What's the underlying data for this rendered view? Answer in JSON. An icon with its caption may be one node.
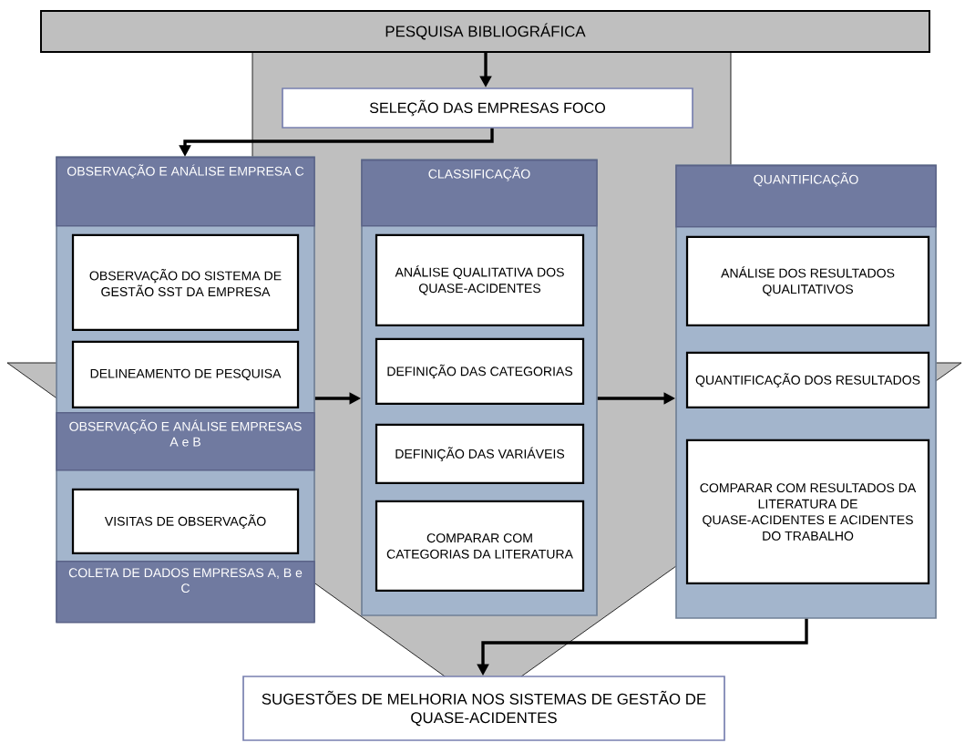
{
  "diagram": {
    "nodes": [
      {
        "text": [
          "PESQUISA BIBLIOGRÁFICA"
        ]
      },
      {
        "text": [
          "SELEÇÃO DAS EMPRESAS FOCO"
        ]
      },
      {
        "text": [],
        "shape": "box"
      },
      {
        "text": [
          "OBSERVAÇÃO E ANÁLISE EMPRESA C"
        ],
        "in": 2
      },
      {
        "text": [
          "OBSERVAÇÃO DO SISTEMA DE GESTÃO SST DA EMPRESA"
        ],
        "in": 2
      },
      {
        "text": [
          "DELINEAMENTO DE PESQUISA"
        ],
        "in": 2
      },
      {
        "text": [
          "OBSERVAÇÃO E ANÁLISE EMPRESAS A e B"
        ],
        "in": 2
      },
      {
        "text": [
          "VISITAS DE OBSERVAÇÃO"
        ],
        "in": 2
      },
      {
        "text": [
          "COLETA DE DADOS EMPRESAS A, B e C"
        ],
        "in": 2
      },
      {
        "text": [],
        "shape": "box"
      },
      {
        "text": [
          "CLASSIFICAÇÃO"
        ],
        "in": 9
      },
      {
        "text": [
          "ANÁLISE QUALITATIVA DOS QUASE-ACIDENTES"
        ],
        "in": 9
      },
      {
        "text": [
          "DEFINIÇÃO DAS CATEGORIAS"
        ],
        "in": 9
      },
      {
        "text": [
          "DEFINIÇÃO DAS VARIÁVEIS"
        ],
        "in": 9
      },
      {
        "text": [
          "COMPARAR COM CATEGORIAS DA LITERATURA"
        ],
        "in": 9
      },
      {
        "text": [],
        "shape": "box"
      },
      {
        "text": [
          "QUANTIFICAÇÃO"
        ],
        "in": 15
      },
      {
        "text": [
          "ANÁLISE DOS RESULTADOS QUALITATIVOS"
        ],
        "in": 15
      },
      {
        "text": [
          "QUANTIFICAÇÃO DOS RESULTADOS"
        ],
        "in": 15
      },
      {
        "text": [
          "COMPARAR COM RESULTADOS DA LITERATURA DE QUASE-ACIDENTES E ACIDENTES DO TRABALHO"
        ],
        "in": 15
      },
      {
        "text": [
          "SUGESTÕES DE MELHORIA NOS SISTEMAS DE GESTÃO DE QUASE-ACIDENTES"
        ]
      }
    ],
    "edges": [
      {
        "from": 0,
        "to": 1,
        "arrow": "to"
      },
      {
        "from": 1,
        "to": 3,
        "arrow": "to"
      },
      {
        "from": 2,
        "to": 9,
        "arrow": "to"
      },
      {
        "from": 9,
        "to": 15,
        "arrow": "to"
      },
      {
        "from": 15,
        "to": 20,
        "arrow": "to"
      },
      {
        "from": 0,
        "to": 20,
        "arrow": "to"
      }
    ]
  }
}
